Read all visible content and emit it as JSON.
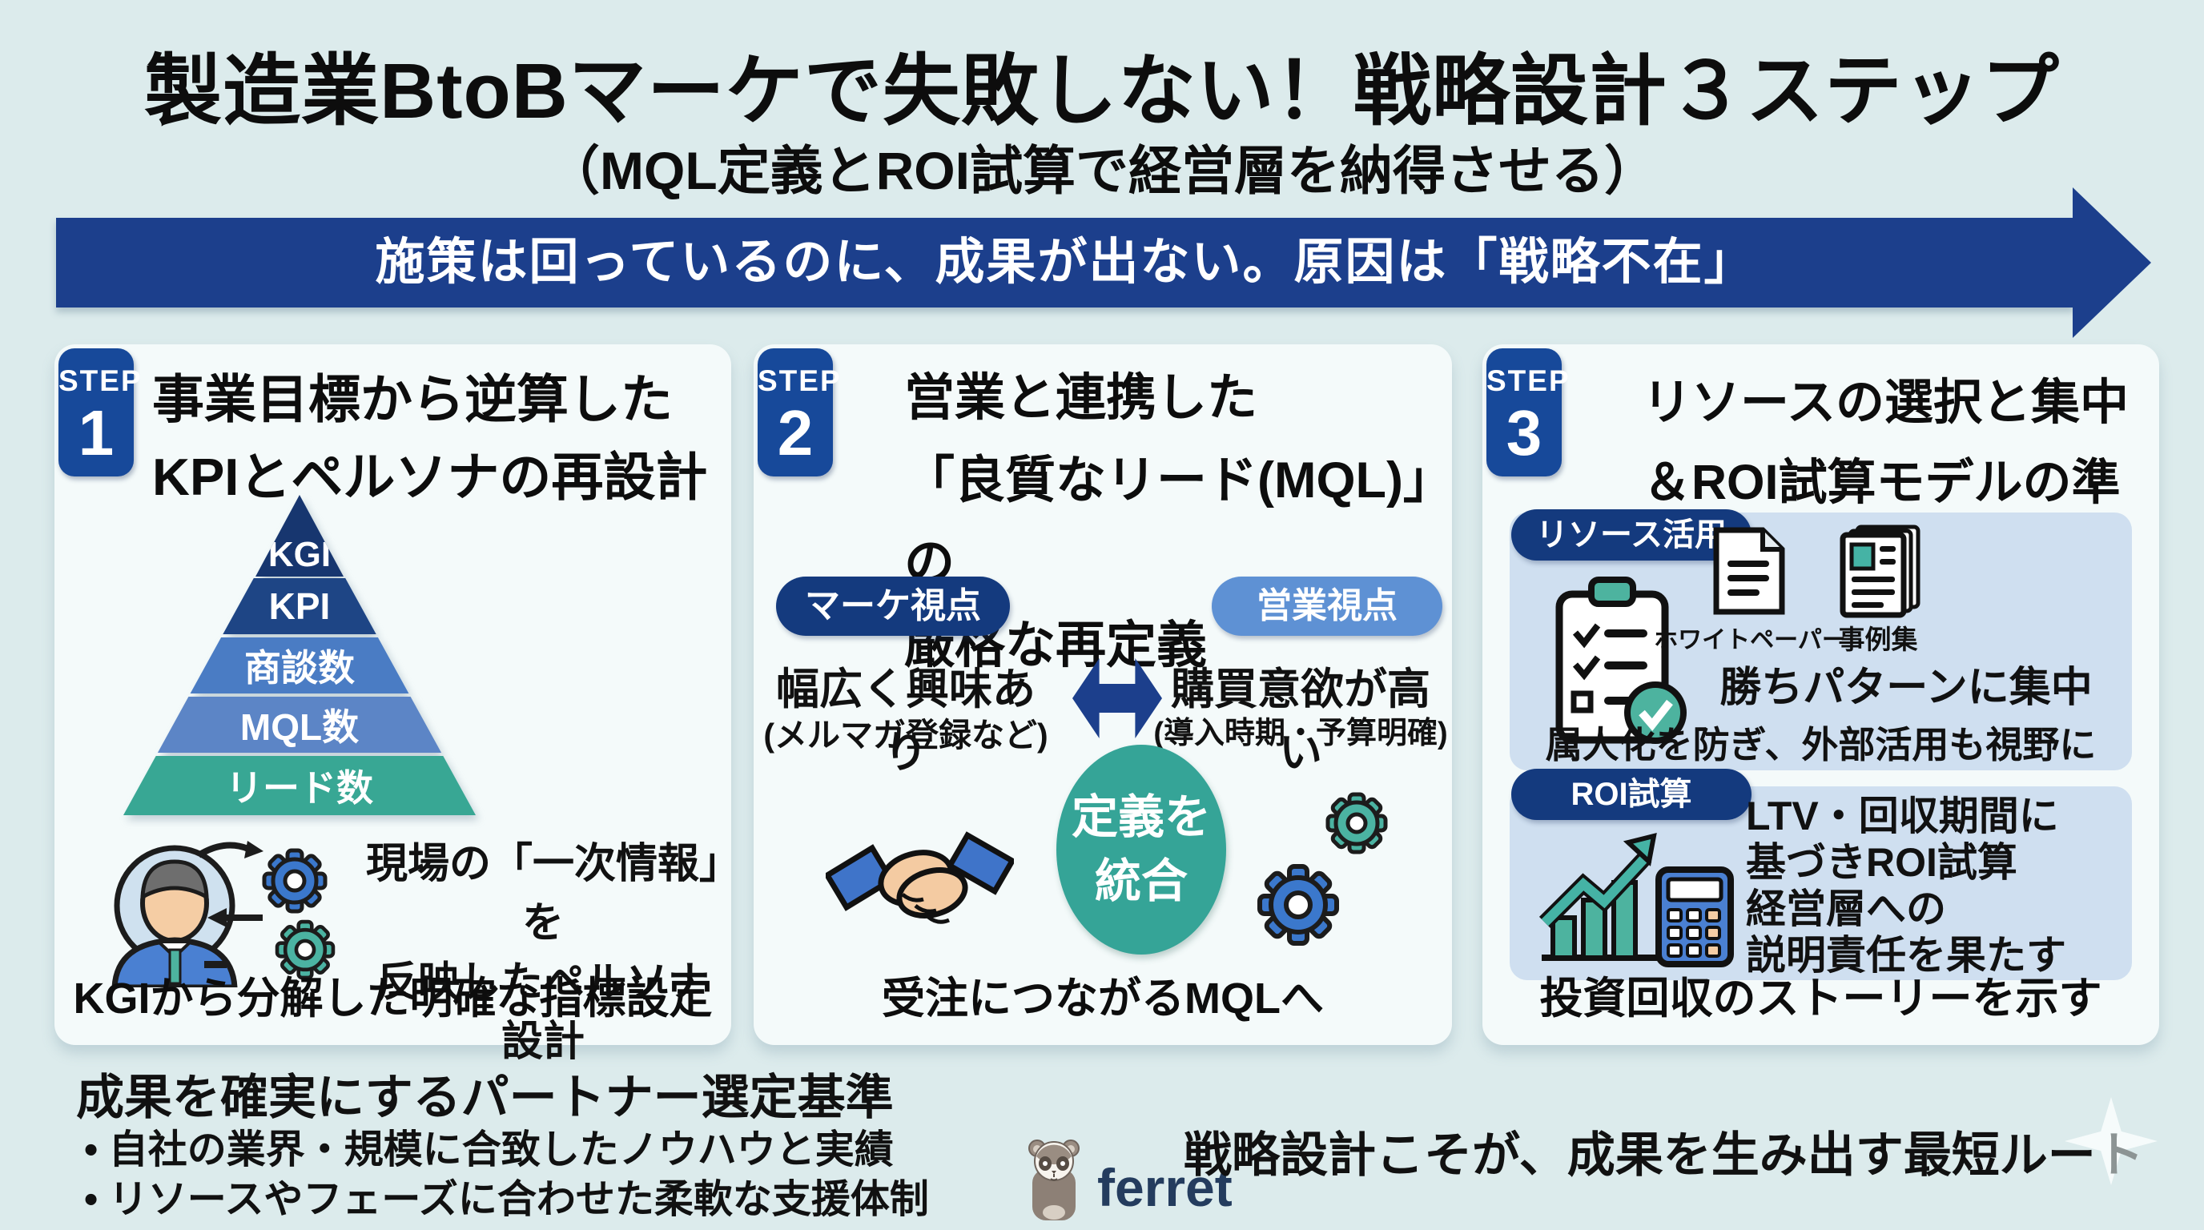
{
  "header": {
    "title": "製造業BtoBマーケで失敗しない！戦略設計３ステップ",
    "subtitle": "（MQL定義とROI試算で経営層を納得させる）"
  },
  "banner": {
    "text": "施策は回っているのに、成果が出ない。原因は「戦略不在」"
  },
  "step1": {
    "badge_label": "STEP",
    "badge_number": "1",
    "title_line1": "事業目標から逆算した",
    "title_line2": "KPIとペルソナの再設計",
    "pyramid_labels": [
      "KGI",
      "KPI",
      "商談数",
      "MQL数",
      "リード数"
    ],
    "persona_line1": "現場の「一次情報」を",
    "persona_line2": "反映したペルソナ設計",
    "caption": "KGIから分解した明確な指標設定"
  },
  "step2": {
    "badge_label": "STEP",
    "badge_number": "2",
    "title_line1": "営業と連携した",
    "title_line2": "「良質なリード(MQL)」の",
    "title_line3": "厳格な再定義",
    "marketing_pill": "マーケ視点",
    "marketing_desc": "幅広く興味あり",
    "marketing_sub": "(メルマガ登録など)",
    "sales_pill": "営業視点",
    "sales_desc": "購買意欲が高い",
    "sales_sub": "(導入時期・予算明確)",
    "unify_line1": "定義を",
    "unify_line2": "統合",
    "caption": "受注につながるMQLへ"
  },
  "step3": {
    "badge_label": "STEP",
    "badge_number": "3",
    "title_line1": "リソースの選択と集中",
    "title_line2": "＆ROI試算モデルの準備",
    "resource_pill": "リソース活用",
    "whitepaper_label": "ホワイトペーパー",
    "casestudy_label": "事例集",
    "focus_text": "勝ちパターンに集中",
    "note_text": "属人化を防ぎ、外部活用も視野に",
    "roi_pill": "ROI試算",
    "roi_line1": "LTV・回収期間に",
    "roi_line2": "基づきROI試算",
    "roi_line3": "経営層への",
    "roi_line4": "説明責任を果たす",
    "caption": "投資回収のストーリーを示す"
  },
  "footer": {
    "partner_title": "成果を確実にするパートナー選定基準",
    "bullet1": "• 自社の業界・規模に合致したノウハウと実績",
    "bullet2": "• リソースやフェーズに合わせた柔軟な支援体制",
    "brand": "ferret",
    "closing_main": "戦略設計こそが、成果を生み出す最短ルー",
    "closing_tail": "ト"
  },
  "colors": {
    "page_background": "#dcebec",
    "banner_navy": "#1c3f8c",
    "step_badge_blue": "#17499a",
    "pill_navy": "#143a7e",
    "sales_pill_blue": "#5e91d4",
    "teal_accent": "#35a497",
    "panel_white": "#f4fafa",
    "sub_box_blue": "#cfdff0",
    "brand_text_navy": "#243c5e"
  }
}
